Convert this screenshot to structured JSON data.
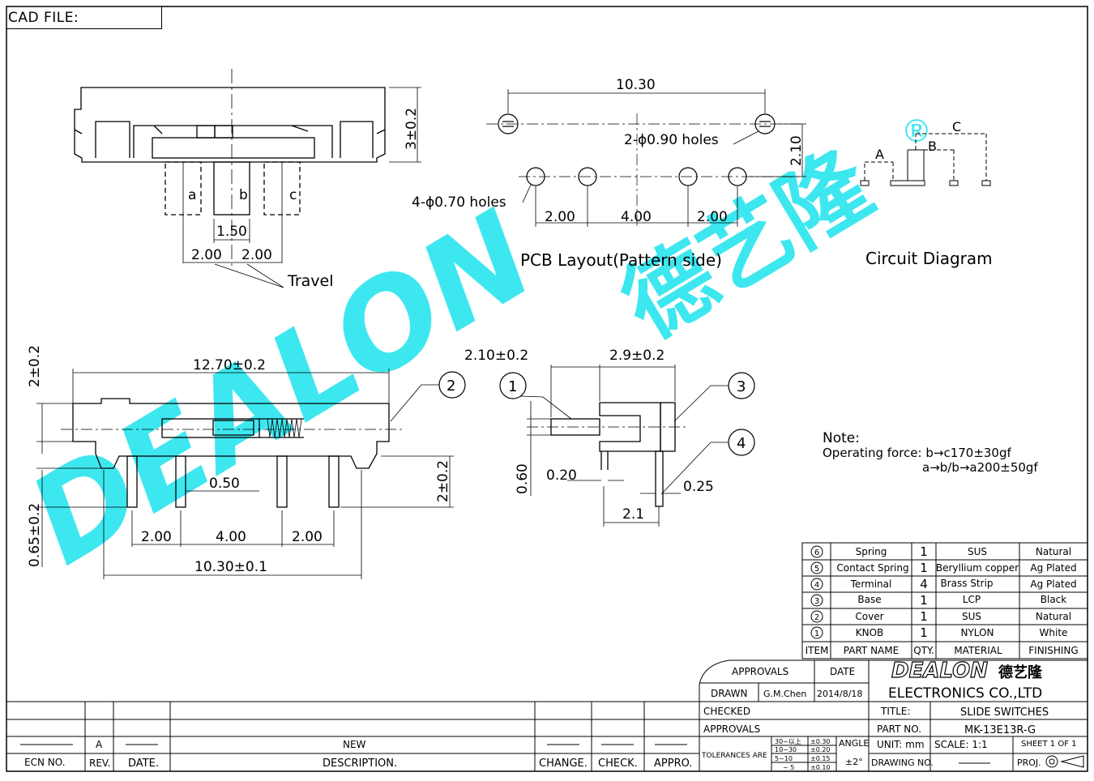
{
  "cad_label": "CAD FILE:",
  "watermark": {
    "logo_text": "DEALON",
    "chinese": "德艺隆",
    "registered": "®",
    "color": "#33e6ef"
  },
  "top_view": {
    "dim_height": "3±0.2",
    "label_a": "a",
    "label_b": "b",
    "label_c": "c",
    "dim_pitch": "1.50",
    "dim_left": "2.00",
    "dim_right": "2.00",
    "travel": "Travel"
  },
  "pcb": {
    "dim_top": "10.30",
    "big_holes": "2-ϕ0.90  holes",
    "dim_vert": "2.10",
    "small_holes": "4-ϕ0.70  holes",
    "dim_a": "2.00",
    "dim_b": "4.00",
    "dim_c": "2.00",
    "caption": "PCB  Layout(Pattern  side)"
  },
  "circuit": {
    "label_A": "A",
    "label_B": "B",
    "label_C": "C",
    "caption": "Circuit  Diagram"
  },
  "front_view": {
    "dim_top_left": "2±0.2",
    "dim_width": "12.70±0.2",
    "dim_pin_right": "2±0.2",
    "dim_pin_left": "0.65±0.2",
    "dim_pin": "0.50",
    "dim_a": "2.00",
    "dim_b": "4.00",
    "dim_c": "2.00",
    "dim_total": "10.30±0.1",
    "callout_2": "2"
  },
  "side_view": {
    "dim_knob": "2.10±0.2",
    "dim_body": "2.9±0.2",
    "callout_1": "1",
    "callout_3": "3",
    "callout_4": "4",
    "dim_060": "0.60",
    "dim_020": "0.20",
    "dim_025": "0.25",
    "dim_21": "2.1"
  },
  "note": {
    "title": "Note:",
    "line1": "Operating  force: b→c170±30gf",
    "line2": "a→b/b→a200±50gf"
  },
  "bom": {
    "rows": [
      {
        "item": "6",
        "name": "Spring",
        "qty": "1",
        "material": "SUS",
        "finishing": "Natural"
      },
      {
        "item": "5",
        "name": "Contact  Spring",
        "qty": "1",
        "material": "Beryllium  copper",
        "finishing": "Ag  Plated"
      },
      {
        "item": "4",
        "name": "Terminal",
        "qty": "4",
        "material": "Brass  Strip",
        "finishing": "Ag  Plated"
      },
      {
        "item": "3",
        "name": "Base",
        "qty": "1",
        "material": "LCP",
        "finishing": "Black"
      },
      {
        "item": "2",
        "name": "Cover",
        "qty": "1",
        "material": "SUS",
        "finishing": "Natural"
      },
      {
        "item": "1",
        "name": "KNOB",
        "qty": "1",
        "material": "NYLON",
        "finishing": "White"
      }
    ],
    "header": {
      "item": "ITEM",
      "name": "PART  NAME",
      "qty": "QTY.",
      "material": "MATERIAL",
      "finishing": "FINISHING"
    }
  },
  "title_block": {
    "approvals": "APPROVALS",
    "date": "DATE",
    "drawn": "DRAWN",
    "drawn_by": "G.M.Chen",
    "drawn_date": "2014/8/18",
    "checked": "CHECKED",
    "approvals2": "APPROVALS",
    "company": "ELECTRONICS  CO.,LTD",
    "title_label": "TITLE:",
    "title_value": "SLIDE  SWITCHES",
    "part_label": "PART  NO.",
    "part_value": "MK-13E13R-G",
    "tolerances": "TOLERANCES  ARE",
    "tol_rows": [
      {
        "range": "30~以上",
        "tol": "±0.30"
      },
      {
        "range": "10~30",
        "tol": "±0.20"
      },
      {
        "range": "5~10",
        "tol": "±0.15"
      },
      {
        "range": "~ 5",
        "tol": "±0.10"
      }
    ],
    "angle": "ANGLE",
    "angle_tol": "±2°",
    "unit": "UNIT:  mm",
    "scale": "SCALE:   1:1",
    "sheet": "SHEET   1  OF  1",
    "drawing_no": "DRAWING  NO.",
    "proj": "PROJ."
  },
  "revision": {
    "rev": "A",
    "new": "NEW",
    "h_ecn": "ECN  NO.",
    "h_rev": "REV.",
    "h_date": "DATE.",
    "h_desc": "DESCRIPTION.",
    "h_change": "CHANGE.",
    "h_check": "CHECK.",
    "h_appro": "APPRO."
  }
}
